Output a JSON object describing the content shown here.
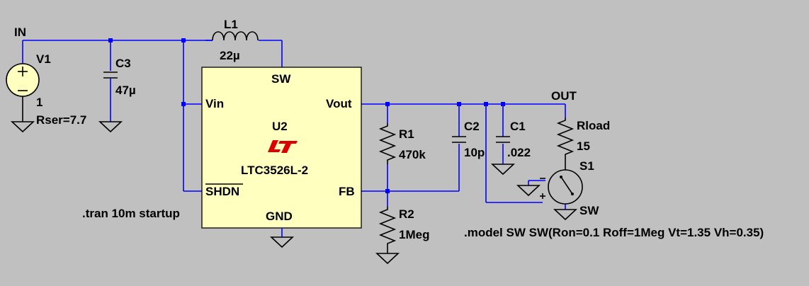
{
  "nets": {
    "in": "IN",
    "out": "OUT"
  },
  "v1": {
    "name": "V1",
    "value": "1",
    "rser": "Rser=7.7"
  },
  "c3": {
    "name": "C3",
    "value": "47µ"
  },
  "l1": {
    "name": "L1",
    "value": "22µ"
  },
  "u2": {
    "name": "U2",
    "part": "LTC3526L-2",
    "pins": {
      "sw": "SW",
      "vin": "Vin",
      "vout": "Vout",
      "shdn": "SHDN",
      "fb": "FB",
      "gnd": "GND"
    },
    "logo_color": "#dd0000"
  },
  "r1": {
    "name": "R1",
    "value": "470k"
  },
  "r2": {
    "name": "R2",
    "value": "1Meg"
  },
  "c2": {
    "name": "C2",
    "value": "10p"
  },
  "c1": {
    "name": "C1",
    "value": ".022"
  },
  "rload": {
    "name": "Rload",
    "value": "15"
  },
  "s1": {
    "name": "S1",
    "model": "SW"
  },
  "directives": {
    "tran": ".tran 10m startup",
    "model": ".model SW SW(Ron=0.1 Roff=1Meg Vt=1.35 Vh=0.35)"
  },
  "colors": {
    "background": "#c0c0c0",
    "wire": "#0000ff",
    "ic_fill": "#ffffc0",
    "source_fill": "#ffffc0"
  }
}
